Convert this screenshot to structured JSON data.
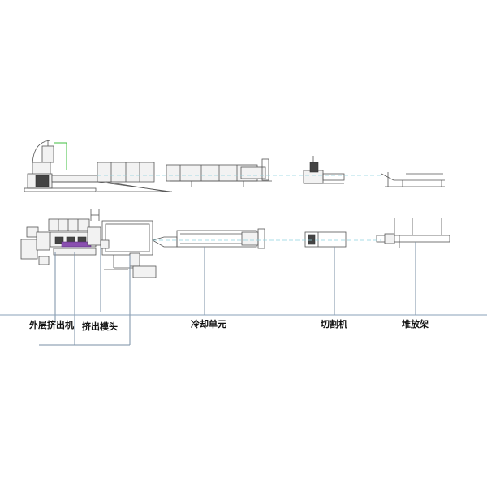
{
  "labels": {
    "outer_extruder": "外层挤出机",
    "extrusion_die": "挤出模头",
    "cooling_unit": "冷却单元",
    "cutter": "切割机",
    "stacker": "堆放架"
  },
  "colors": {
    "line": "#555555",
    "leader": "#7a8fa6",
    "axis_cyan": "#8fd3e0",
    "feed_green": "#3fbf3f",
    "accent_purple": "#8a4fb0"
  }
}
